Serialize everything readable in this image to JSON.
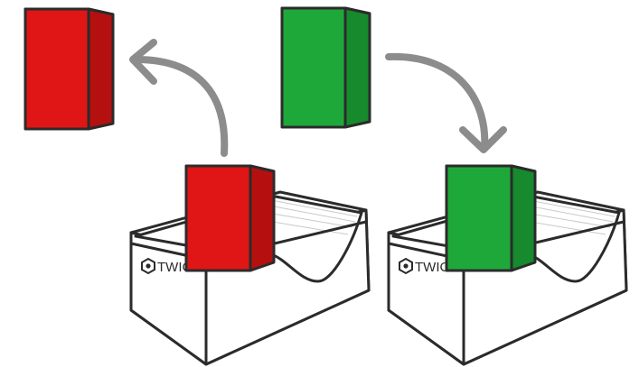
{
  "colors": {
    "red_front": "#e01515",
    "red_side": "#b51010",
    "red_top": "#c91313",
    "green_front": "#1fa83a",
    "green_side": "#168a2c",
    "green_top": "#189430",
    "arrow": "#8c8c8c",
    "outline": "#2b2b2b"
  },
  "left_scene": {
    "brand": "TWICE",
    "brand_icon": "gear-hexagon-icon",
    "action": "remove"
  },
  "right_scene": {
    "brand": "TWICE",
    "brand_icon": "gear-hexagon-icon",
    "action": "insert"
  }
}
